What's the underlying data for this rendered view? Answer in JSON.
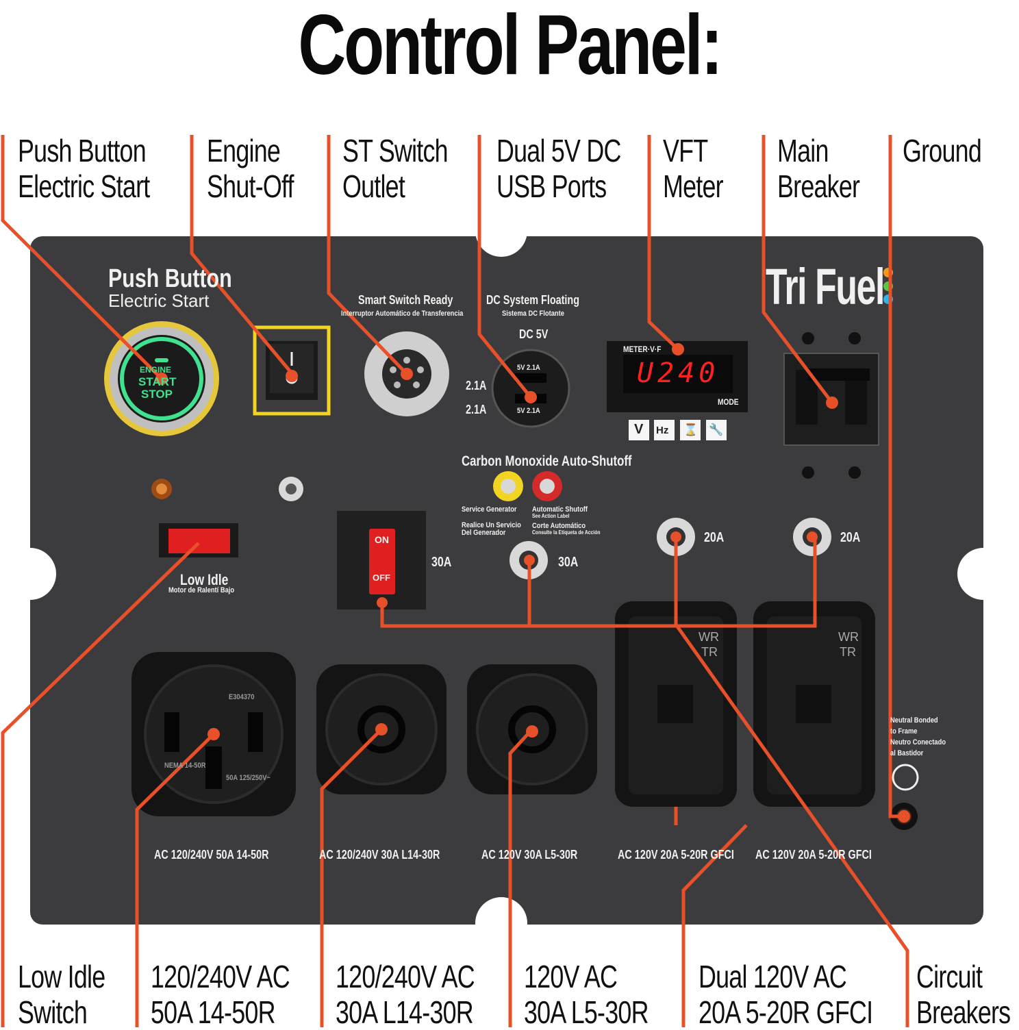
{
  "title": "Control Panel:",
  "colors": {
    "callout_line": "#e8502a",
    "panel": "#3c3c3e",
    "meter_digits": "#ff2020",
    "start_ring": "#3fe38f"
  },
  "top_callouts": [
    {
      "line1": "Push Button",
      "line2": "Electric Start"
    },
    {
      "line1": "Engine",
      "line2": "Shut-Off"
    },
    {
      "line1": "ST Switch",
      "line2": "Outlet"
    },
    {
      "line1": "Dual 5V DC",
      "line2": "USB Ports"
    },
    {
      "line1": "VFT",
      "line2": "Meter"
    },
    {
      "line1": "Main",
      "line2": "Breaker"
    },
    {
      "line1": "Ground",
      "line2": ""
    }
  ],
  "bottom_callouts": [
    {
      "line1": "Low Idle",
      "line2": "Switch"
    },
    {
      "line1": "120/240V AC",
      "line2": "50A 14-50R"
    },
    {
      "line1": "120/240V AC",
      "line2": "30A L14-30R"
    },
    {
      "line1": "120V AC",
      "line2": "30A L5-30R"
    },
    {
      "line1": "Dual 120V AC",
      "line2": "20A 5-20R GFCI"
    },
    {
      "line1": "Circuit",
      "line2": "Breakers"
    }
  ],
  "panel": {
    "push_button_title": "Push Button",
    "push_button_sub": "Electric Start",
    "start_button": {
      "line1": "ENGINE",
      "line2": "START",
      "line3": "STOP"
    },
    "smart_switch_title": "Smart Switch Ready",
    "smart_switch_sub": "Interruptor Automático de Transferencia",
    "dc_title": "DC System Floating",
    "dc_sub": "Sistema DC Flotante",
    "dc_5v": "DC 5V",
    "usb_top": "5V  2.1A",
    "usb_bottom": "5V  2.1A",
    "usb_amp1": "2.1A",
    "usb_amp2": "2.1A",
    "brand": "Tri Fuel",
    "meter_brand": "METER·V·F",
    "meter_reading": "U240",
    "meter_mode": "MODE",
    "meter_buttons": [
      "V",
      "Hz",
      "⌛",
      "🔧"
    ],
    "co_title": "Carbon Monoxide Auto-Shutoff",
    "service_label": "Service Generator",
    "service_sub1": "Realice Un Servicio",
    "service_sub2": "Del Generador",
    "auto_label": "Automatic Shutoff",
    "auto_sub0": "See Action Label",
    "auto_sub1": "Corte Automático",
    "auto_sub2": "Consulte la Etiqueta de Acción",
    "low_idle_title": "Low Idle",
    "low_idle_sub": "Motor de Ralentí Bajo",
    "breaker_30a_switch": "30A",
    "breaker_30a": "30A",
    "breaker_20a_1": "20A",
    "breaker_20a_2": "20A",
    "switch_on": "ON",
    "switch_off": "OFF",
    "outlet_labels": [
      "AC 120/240V 50A 14-50R",
      "AC 120/240V 30A L14-30R",
      "AC 120V 30A L5-30R",
      "AC 120V 20A 5-20R GFCI",
      "AC 120V 20A 5-20R GFCI"
    ],
    "outlet_50a_code": "E304370",
    "outlet_50a_rating": "50A 125/250V~",
    "outlet_50a_nema": "NEMA 14-50R",
    "gfci_wr": "WR",
    "gfci_tr": "TR",
    "ground_note": [
      "Neutral Bonded",
      "to Frame",
      "Neutro Conectado",
      "al Bastidor"
    ]
  }
}
